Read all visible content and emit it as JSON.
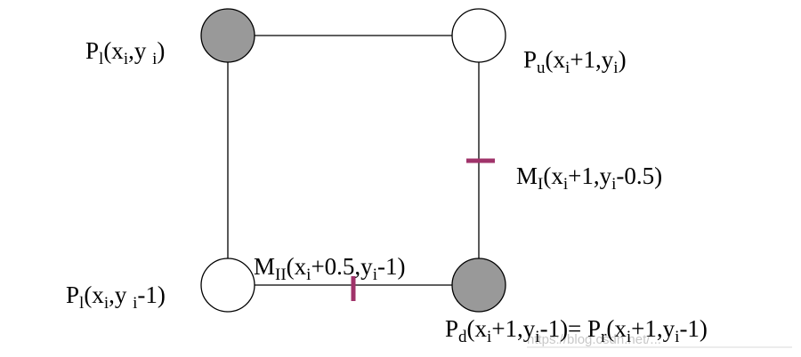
{
  "colors": {
    "line": "#000000",
    "filled_point": "#999999",
    "empty_point": "#ffffff",
    "midpoint_marker": "#a0336a",
    "watermark": "#c8c8c8"
  },
  "labels": {
    "p_top_left": {
      "main": "P",
      "sub": "l",
      "rest1": "(x",
      "sub2": "i",
      "rest2": ",y ",
      "sub3": "i",
      "rest3": ")"
    },
    "p_top_right": {
      "main": "P",
      "sub": "u",
      "rest1": "(x",
      "sub2": "i",
      "rest2": "+1,y",
      "sub3": "i",
      "rest3": ")"
    },
    "m_one": {
      "main": "M",
      "sub": "I",
      "rest1": "(x",
      "sub2": "i",
      "rest2": "+1,y",
      "sub3": "i",
      "rest3": "-0.5)"
    },
    "m_two": {
      "main": "M",
      "sub": "II",
      "rest1": "(x",
      "sub2": "i",
      "rest2": "+0.5,y",
      "sub3": "i",
      "rest3": "-1)"
    },
    "p_bottom_left": {
      "main": "P",
      "sub": "l",
      "rest1": "(x",
      "sub2": "i",
      "rest2": ",y ",
      "sub3": "i",
      "rest3": "-1)"
    },
    "p_bottom_right": {
      "main": "P",
      "sub": "d",
      "rest1": "(x",
      "sub2": "i",
      "rest2": "+1,y",
      "sub3": "i",
      "rest3": "-1)= P",
      "sub4": "r",
      "rest4": "(x",
      "sub5": "i",
      "rest5": "+1,y",
      "sub6": "i",
      "rest6": "-1)"
    }
  },
  "watermark": "https://blog.csdn.net/..."
}
